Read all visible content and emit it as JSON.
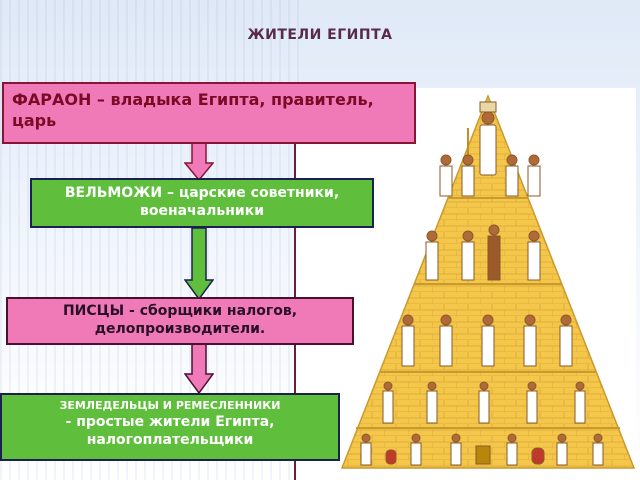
{
  "title": "ЖИТЕЛИ ЕГИПТА",
  "levels": [
    {
      "heading": "ФАРАОН",
      "description": "владыка Египта, правитель, царь"
    },
    {
      "heading": "ВЕЛЬМОЖИ",
      "description": "царские советники, военачальники"
    },
    {
      "heading": "ПИСЦЫ",
      "description": "сборщики налогов, делопроизводители."
    },
    {
      "heading": "ЗЕМЛЕДЕЛЬЦЫ И РЕМЕСЛЕННИКИ",
      "description": "простые жители Египта, налогоплательщики"
    }
  ],
  "colors": {
    "pink_box": "#f07ab8",
    "green_box": "#5fbf3c",
    "pyramid": "#f4c64a"
  },
  "illustration": "pyramid-of-egyptian-society-figures"
}
